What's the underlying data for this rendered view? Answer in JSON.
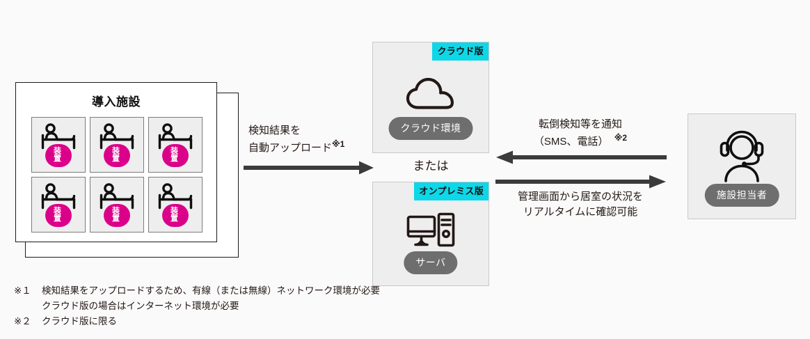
{
  "facility": {
    "title": "導入施設",
    "rooms": [
      {
        "icon": "bed-person-icon",
        "device_label": "装置"
      },
      {
        "icon": "bed-person-icon",
        "device_label": "装置"
      },
      {
        "icon": "bed-person-icon",
        "device_label": "装置"
      },
      {
        "icon": "bed-person-icon",
        "device_label": "装置"
      },
      {
        "icon": "bed-person-icon",
        "device_label": "装置"
      },
      {
        "icon": "bed-person-icon",
        "device_label": "装置"
      }
    ]
  },
  "center": {
    "cloud": {
      "badge": "クラウド版",
      "icon": "cloud-icon",
      "pill_label": "クラウド環境"
    },
    "or_label": "または",
    "onprem": {
      "badge": "オンプレミス版",
      "icon": "server-desktop-icon",
      "pill_label": "サーバ"
    }
  },
  "staff": {
    "icon": "headset-person-icon",
    "pill_label": "施設担当者"
  },
  "arrows": {
    "upload": {
      "direction": "right",
      "caption_line1": "検知結果を",
      "caption_line2": "自動アップロード",
      "caption_mark": "※1"
    },
    "notify": {
      "direction": "left",
      "caption_line1": "転倒検知等を通知",
      "caption_line2": "（SMS、電話）",
      "caption_mark": "※2"
    },
    "realtime": {
      "direction": "right",
      "caption_line1": "管理画面から居室の状況を",
      "caption_line2": "リアルタイムに確認可能"
    }
  },
  "footnotes": [
    {
      "mark": "※１",
      "line1": "検知結果をアップロードするため、有線（または無線）ネットワーク環境が必要",
      "line2": "クラウド版の場合はインターネット環境が必要"
    },
    {
      "mark": "※２",
      "line1": "クラウド版に限る",
      "line2": ""
    }
  ],
  "colors": {
    "magenta": "#DB0089",
    "cyan": "#0ED7E8",
    "gray_pill": "#6E6E6E",
    "arrow": "#3B3B3B",
    "panel_bg": "#EEEEEE"
  }
}
